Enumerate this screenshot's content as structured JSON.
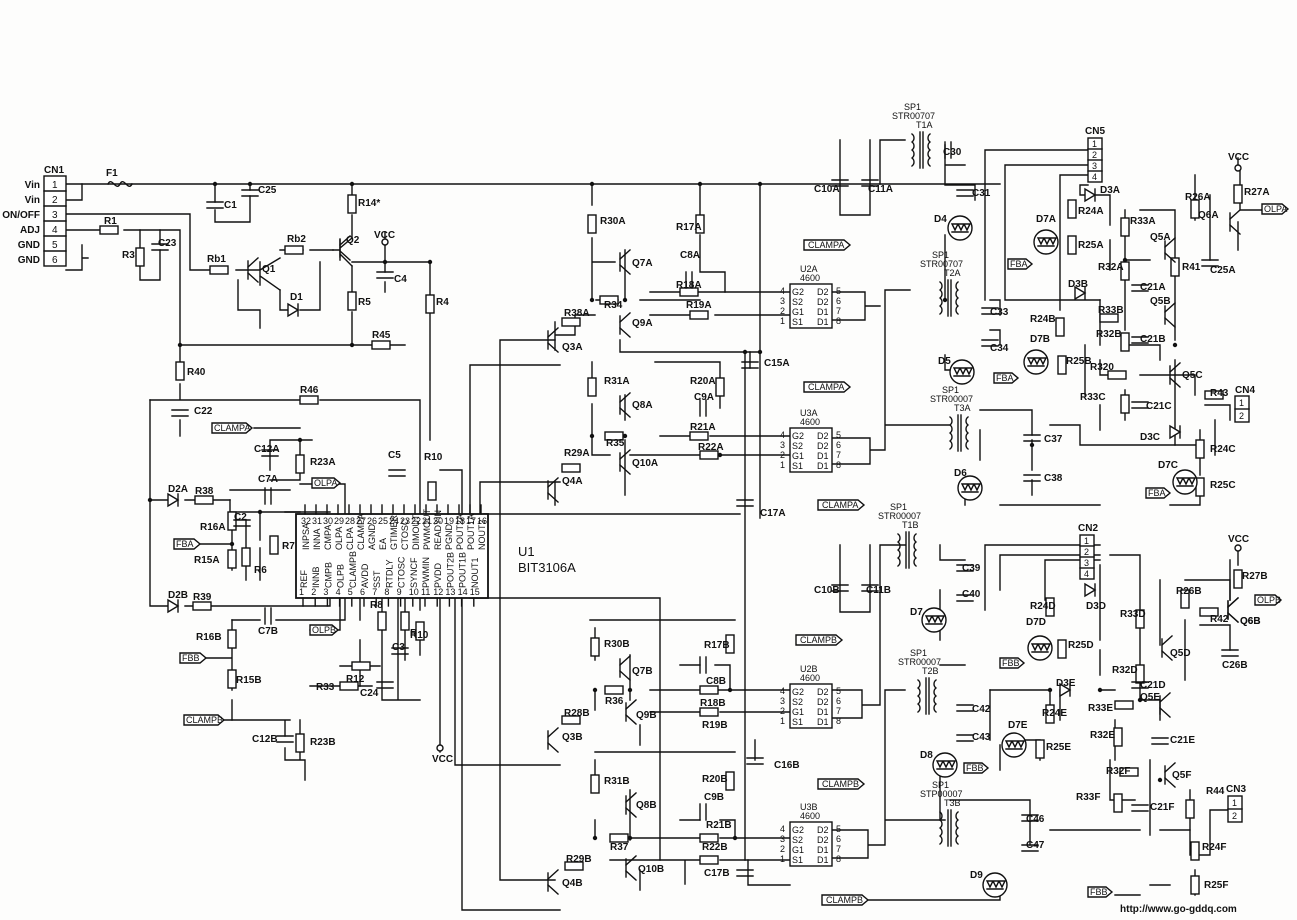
{
  "connectors": {
    "cn1": {
      "ref": "CN1",
      "pins": [
        "1",
        "2",
        "3",
        "4",
        "5",
        "6"
      ],
      "signals": [
        "Vin",
        "Vin",
        "ON/OFF",
        "ADJ",
        "GND",
        "GND"
      ]
    },
    "cn5": {
      "ref": "CN5",
      "pins": [
        "1",
        "2",
        "3",
        "4"
      ]
    },
    "cn2": {
      "ref": "CN2",
      "pins": [
        "1",
        "2",
        "3",
        "4"
      ]
    },
    "cn4": {
      "ref": "CN4",
      "pins": [
        "1",
        "2"
      ]
    },
    "cn3": {
      "ref": "CN3",
      "pins": [
        "1",
        "2"
      ]
    }
  },
  "ic": {
    "ref": "U1",
    "part": "BIT3106A",
    "top_pins": [
      "32",
      "31",
      "30",
      "29",
      "28",
      "27",
      "26",
      "25",
      "24",
      "23",
      "22",
      "21",
      "20",
      "19",
      "18",
      "17",
      "16"
    ],
    "top_labels": [
      "INPSA",
      "INNA",
      "CMPA",
      "OLPA",
      "CLPA",
      "CLAMPA",
      "AGND",
      "EA",
      "GTIMER",
      "CTOSC",
      "DIMOUT",
      "PWMOUT",
      "READYIN",
      "PGND",
      "POUT2A",
      "POUT1A",
      "NOUT2"
    ],
    "bottom_pins": [
      "1",
      "2",
      "3",
      "4",
      "5",
      "6",
      "7",
      "8",
      "9",
      "10",
      "11",
      "12",
      "13",
      "14",
      "15"
    ],
    "bottom_labels": [
      "REF",
      "INNB",
      "CMPB",
      "OLPB",
      "CLAMPB",
      "AVDD",
      "SST",
      "RTDLY",
      "CTOSC",
      "SYNCF",
      "PWMIN",
      "PVDD",
      "POUT2B",
      "POUT1B",
      "NOUT1"
    ]
  },
  "mosfet_drivers": [
    {
      "ref": "U2A",
      "part": "4600"
    },
    {
      "ref": "U3A",
      "part": "4600"
    },
    {
      "ref": "U2B",
      "part": "4600"
    },
    {
      "ref": "U3B",
      "part": "4600"
    }
  ],
  "driver_pins_left": [
    "G2",
    "S2",
    "G1",
    "S1"
  ],
  "driver_pins_right": [
    "D2",
    "D2",
    "D1",
    "D1"
  ],
  "driver_pin_numbers_left": [
    "4",
    "3",
    "2",
    "1"
  ],
  "driver_pin_numbers_right": [
    "5",
    "6",
    "7",
    "8"
  ],
  "transformers": [
    {
      "ref": "T1A",
      "spec": "SP1",
      "part": "STR00707"
    },
    {
      "ref": "T2A",
      "spec": "SP1",
      "part": "STR00707"
    },
    {
      "ref": "T3A",
      "spec": "SP1",
      "part": "STR00007"
    },
    {
      "ref": "T1B",
      "spec": "SP1",
      "part": "STR00007"
    },
    {
      "ref": "T2B",
      "spec": "SP1",
      "part": "STR00007"
    },
    {
      "ref": "T3B",
      "spec": "SP1",
      "part": "STP00007"
    }
  ],
  "net_flags": {
    "clampa": "CLAMPA",
    "clampb": "CLAMPB",
    "fba": "FBA",
    "fbb": "FBB",
    "olpa": "OLPA",
    "olpb": "OLPB",
    "vcc": "VCC"
  },
  "resistors": [
    "R1",
    "R3",
    "Rb1",
    "Rb2",
    "R14*",
    "R5",
    "R4",
    "R45",
    "R40",
    "R46",
    "R23A",
    "R38",
    "R16A",
    "R15A",
    "R6",
    "R7",
    "R10",
    "R39",
    "R16B",
    "R15B",
    "R33",
    "R12",
    "R8",
    "R9",
    "R23B",
    "R30A",
    "R17A",
    "R34",
    "R18A",
    "R19A",
    "R38A",
    "R31A",
    "R20A",
    "R35",
    "R21A",
    "R29A",
    "R22A",
    "R30B",
    "R17B",
    "R36",
    "R18B",
    "R19B",
    "R28B",
    "R31B",
    "R20B",
    "R37",
    "R21B",
    "R22B",
    "R29B",
    "R24A",
    "R25A",
    "R33A",
    "R26A",
    "R27A",
    "R32A",
    "R41",
    "R24B",
    "R25B",
    "R33B",
    "R32B",
    "R320",
    "R33C",
    "R43",
    "R24C",
    "R25C",
    "R24D",
    "R25D",
    "R33D",
    "R26B",
    "R27B",
    "R42",
    "R32D",
    "R24E",
    "R25E",
    "R33E",
    "R32E",
    "R32F",
    "R33F",
    "R44",
    "R24F",
    "R25F"
  ],
  "capacitors": [
    "C1",
    "C25",
    "C23",
    "C4",
    "C22",
    "C12A",
    "C5",
    "C7A",
    "C2",
    "C7B",
    "C24",
    "C3",
    "C12B",
    "C8A",
    "C15A",
    "C9A",
    "C17A",
    "C8B",
    "C16B",
    "C9B",
    "C17B",
    "C10A",
    "C11A",
    "C30",
    "C31",
    "C33",
    "C34",
    "C37",
    "C38",
    "C25A",
    "C21A",
    "C21B",
    "C21C",
    "C10B",
    "C11B",
    "C39",
    "C40",
    "C42",
    "C43",
    "C26B",
    "C21D",
    "C21E",
    "C46",
    "C47",
    "C21F"
  ],
  "semiconductors": [
    "F1",
    "Q1",
    "Q2",
    "D1",
    "D2A",
    "D2B",
    "Q3A",
    "Q4A",
    "Q3B",
    "Q4B",
    "Q7A",
    "Q9A",
    "Q8A",
    "Q10A",
    "Q7B",
    "Q9B",
    "Q8B",
    "Q10B",
    "D4",
    "D5",
    "D6",
    "D7",
    "D8",
    "D9",
    "D3A",
    "D7A",
    "D3B",
    "D7B",
    "D3C",
    "D7C",
    "Q6A",
    "Q5A",
    "Q5B",
    "Q5C",
    "D7D",
    "D3D",
    "D3E",
    "D7E",
    "Q6B",
    "Q5D",
    "Q5E",
    "Q5F"
  ],
  "watermark": "http://www.go-gddq.com"
}
